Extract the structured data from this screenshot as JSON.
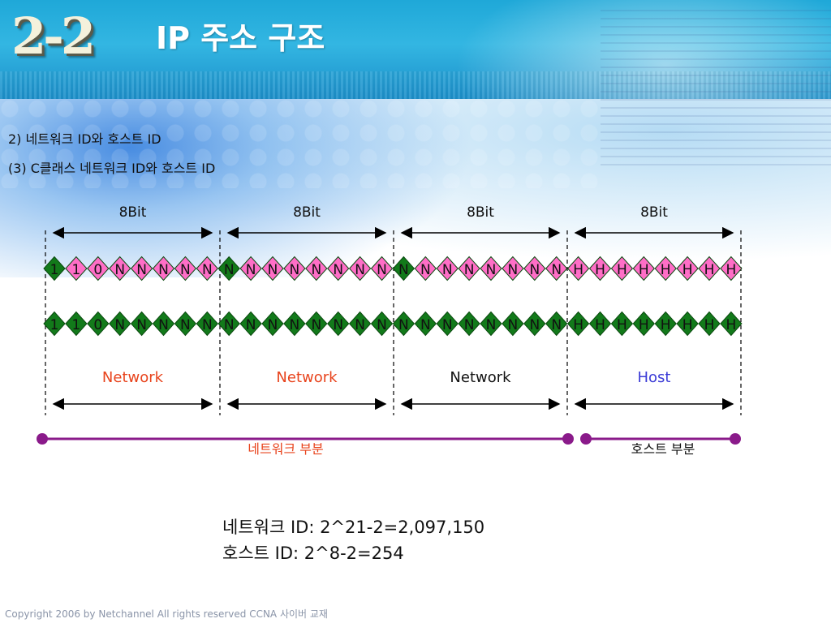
{
  "slide": {
    "chapter": "2-2",
    "title": "IP 주소 구조",
    "subtitle1": "2) 네트워크 ID와 호스트 ID",
    "subtitle2": "(3) C클래스 네트워크 ID와 호스트 ID"
  },
  "diagram": {
    "octet_labels": [
      "8Bit",
      "8Bit",
      "8Bit",
      "8Bit"
    ],
    "row1_bits": [
      "1",
      "1",
      "0",
      "N",
      "N",
      "N",
      "N",
      "N",
      "N",
      "N",
      "N",
      "N",
      "N",
      "N",
      "N",
      "N",
      "N",
      "N",
      "N",
      "N",
      "N",
      "N",
      "N",
      "N",
      "H",
      "H",
      "H",
      "H",
      "H",
      "H",
      "H",
      "H"
    ],
    "row2_bits": [
      "1",
      "1",
      "0",
      "N",
      "N",
      "N",
      "N",
      "N",
      "N",
      "N",
      "N",
      "N",
      "N",
      "N",
      "N",
      "N",
      "N",
      "N",
      "N",
      "N",
      "N",
      "N",
      "N",
      "N",
      "H",
      "H",
      "H",
      "H",
      "H",
      "H",
      "H",
      "H"
    ],
    "row1_fill": [
      "green",
      "pink",
      "pink",
      "pink",
      "pink",
      "pink",
      "pink",
      "pink",
      "green",
      "pink",
      "pink",
      "pink",
      "pink",
      "pink",
      "pink",
      "pink",
      "green",
      "pink",
      "pink",
      "pink",
      "pink",
      "pink",
      "pink",
      "pink",
      "pink",
      "pink",
      "pink",
      "pink",
      "pink",
      "pink",
      "pink",
      "pink"
    ],
    "part_labels": [
      "Network",
      "Network",
      "Network",
      "Host"
    ],
    "part_label_colors": [
      "#e8431c",
      "#e8431c",
      "#111111",
      "#3a3ad6"
    ],
    "bottom_labels": [
      "네트워크 부분",
      "호스트 부분"
    ],
    "bottom_label_colors": [
      "#e8431c",
      "#111111"
    ],
    "colors": {
      "green": "#127a1a",
      "pink": "#ff6ec7",
      "bracket": "#8a1a8a"
    }
  },
  "formulas": {
    "network": "네트워크 ID: 2^21-2=2,097,150",
    "host": "호스트 ID: 2^8-2=254"
  },
  "footer": "Copyright 2006 by Netchannel All rights reserved CCNA 사이버 교재"
}
